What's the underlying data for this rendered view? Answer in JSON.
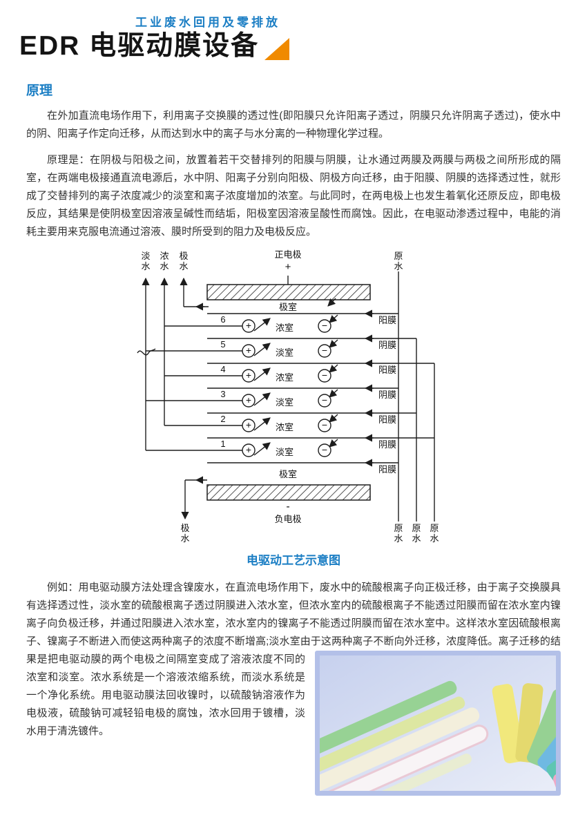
{
  "header": {
    "eyebrow": "工业废水回用及零排放",
    "title": "EDR 电驱动膜设备"
  },
  "principle": {
    "heading": "原理",
    "para1": "在外加直流电场作用下，利用离子交换膜的透过性(即阳膜只允许阳离子透过，阴膜只允许阴离子透过)，使水中的阴、阳离子作定向迁移，从而达到水中的离子与水分离的一种物理化学过程。",
    "para2": "原理是：在阴极与阳极之间，放置着若干交替排列的阳膜与阴膜，让水通过两膜及两膜与两极之间所形成的隔室，在两端电极接通直流电源后，水中阴、阳离子分别向阳极、阴极方向迁移，由于阳膜、阴膜的选择透过性，就形成了交替排列的离子浓度减少的淡室和离子浓度增加的浓室。与此同时，在两电极上也发生着氧化还原反应，即电极反应，其结果是使阴极室因溶液呈碱性而结垢，阳极室因溶液呈酸性而腐蚀。因此，在电驱动渗透过程中，电能的消耗主要用来克服电流通过溶液、膜时所受到的阻力及电极反应。"
  },
  "figure": {
    "caption": "电驱动工艺示意图",
    "diagram": {
      "top": {
        "fresh": "淡水",
        "concentrate": "浓水",
        "polar": "极水",
        "anode": "正电极",
        "anode_sign": "+",
        "raw": "原水"
      },
      "chamber_top": "极室",
      "chamber_bottom": "极室",
      "membranes": [
        "阳膜",
        "阴膜",
        "阳膜",
        "阴膜",
        "阳膜",
        "阴膜",
        "阳膜"
      ],
      "rows": [
        {
          "num": "6",
          "label": "浓室"
        },
        {
          "num": "5",
          "label": "淡室"
        },
        {
          "num": "4",
          "label": "浓室"
        },
        {
          "num": "3",
          "label": "淡室"
        },
        {
          "num": "2",
          "label": "浓室"
        },
        {
          "num": "1",
          "label": "淡室"
        }
      ],
      "plus": "+",
      "minus": "−",
      "bottom": {
        "polar": "极水",
        "cathode_sign": "-",
        "cathode": "负电极",
        "raw1": "原水",
        "raw2": "原水",
        "raw3": "原水"
      }
    }
  },
  "example": {
    "para": "例如：用电驱动膜方法处理含镍废水，在直流电场作用下，废水中的硫酸根离子向正极迁移，由于离子交换膜具有选择透过性，淡水室的硫酸根离子透过阴膜进入浓水室，但浓水室内的硫酸根离子不能透过阳膜而留在浓水室内镍离子向负极迁移，并通过阳膜进入浓水室，浓水室内的镍离子不能透过阴膜而留在浓水室中。这样浓水室因硫酸根离子、镍离子不断进入而使这两种离子的浓度不断增高;淡水室由于这两种离子不断向外迁移，浓度降低。离子迁移的结果是把电驱动膜的两个电极之间隔室变成了溶液浓度不同的浓室和淡室。浓水系统是一个溶液浓缩系统，而淡水系统是一个净化系统。用电驱动膜法回收镍时，以硫酸钠溶液作为电极液，硫酸钠可减轻铅电极的腐蚀，浓水回用于镀槽，淡水用于清洗镀件。"
  },
  "colors": {
    "heading_blue": "#1b7ec4",
    "accent_orange": "#f08a00"
  }
}
